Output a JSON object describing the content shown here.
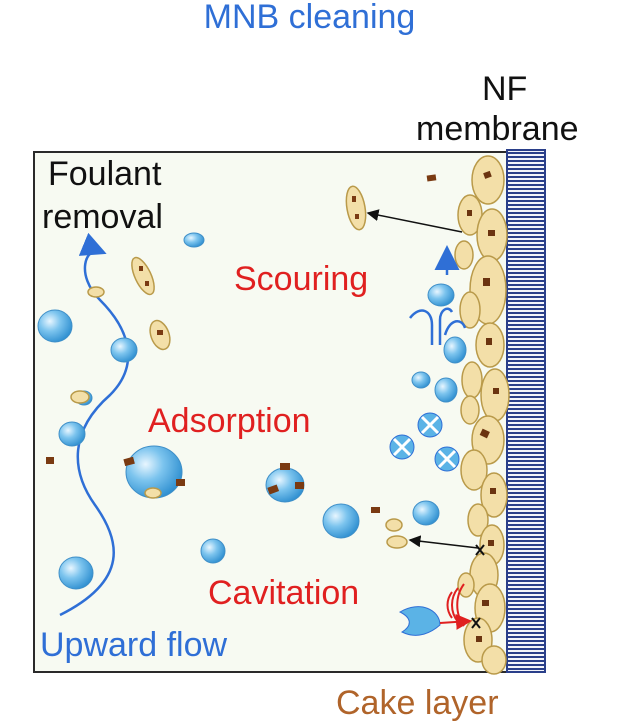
{
  "title": "MNB cleaning",
  "membrane_label_line1": "NF",
  "membrane_label_line2": "membrane",
  "removal_label_line1": "Foulant",
  "removal_label_line2": "removal",
  "mechanisms": {
    "scouring": "Scouring",
    "adsorption": "Adsorption",
    "cavitation": "Cavitation"
  },
  "flow_label": "Upward flow",
  "cake_label": "Cake layer",
  "colors": {
    "title_blue": "#2f6fd6",
    "mechanism_red": "#e02020",
    "cake_brown": "#b0642a",
    "bubble_blue": "#5bb3e6",
    "membrane_navy": "#2a3f8a",
    "foulant_tan": "#f3dfa8"
  }
}
